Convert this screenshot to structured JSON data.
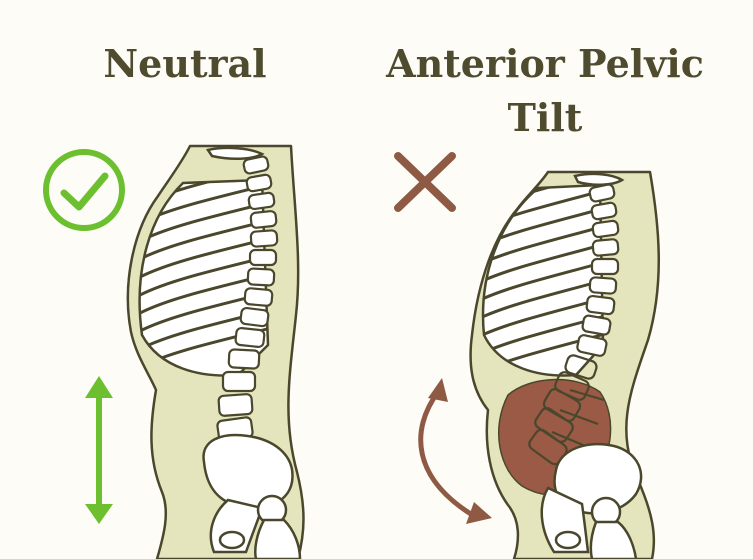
{
  "panels": {
    "neutral": {
      "title": "Neutral",
      "status_icon": "check-circle-icon",
      "status_color": "#6cc02f",
      "indicator_icon": "double-arrow-vertical-icon"
    },
    "anterior_pelvic_tilt": {
      "title_line1": "Anterior Pelvic",
      "title_line2": "Tilt",
      "status_icon": "x-cross-icon",
      "status_color": "#8f5a44",
      "indicator_icon": "curved-rotation-arrow-icon"
    }
  },
  "colors": {
    "background": "#fdfcf6",
    "body_fill": "#e5e5bd",
    "outline": "#4a472d",
    "bone": "#ffffff",
    "title_text": "#4f4b2e",
    "check_green": "#6cc02f",
    "cross_brown": "#8f5a44",
    "tilt_blob": "#9a5a45"
  }
}
